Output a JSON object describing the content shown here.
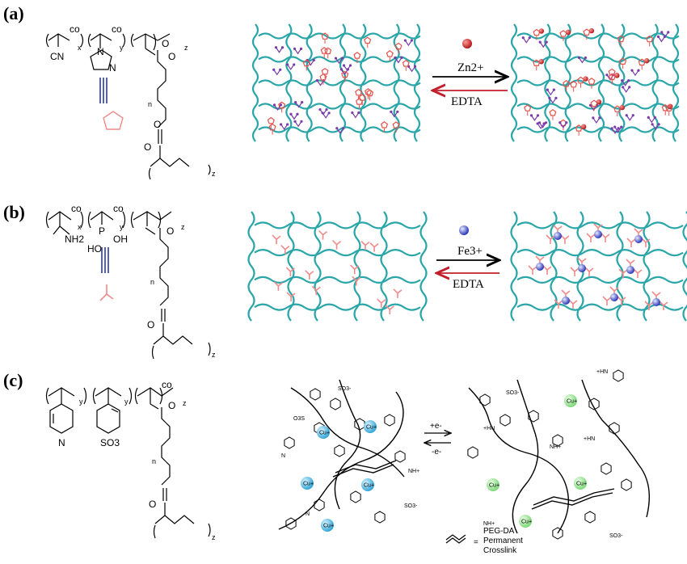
{
  "panels": [
    {
      "label": "(a)",
      "polymer_text": {
        "co1": "co",
        "co2": "co",
        "x": "x",
        "y": "y",
        "z": "z",
        "n": "n",
        "cn": "CN",
        "n_ring1": "N",
        "n_ring2": "N",
        "o1": "O",
        "o2": "O",
        "o3": "O",
        "o4": "O"
      },
      "forward_label": "Zn2+",
      "reverse_label": "EDTA"
    },
    {
      "label": "(b)",
      "polymer_text": {
        "co1": "co",
        "co2": "co",
        "x": "x",
        "y": "y",
        "z": "z",
        "n": "n",
        "nh2": "NH2",
        "p": "P",
        "oh1": "OH",
        "oh2": "HO",
        "o1": "O",
        "o2": "O"
      },
      "forward_label": "Fe3+",
      "reverse_label": "EDTA"
    },
    {
      "label": "(c)",
      "polymer_text": {
        "co1": "co",
        "y1": "y",
        "y2": "y",
        "z": "z",
        "n": "n",
        "n_pyr": "N",
        "so3": "SO3",
        "o1": "O",
        "o2": "O"
      },
      "forward_label": "+e-",
      "reverse_label": "-e-",
      "ion_label": "Cu+",
      "scheme_labels": {
        "so3": "SO3-",
        "nh": "NH+",
        "hn": "+HN",
        "n": "N",
        "os": "O3S"
      },
      "legend": [
        "PEG-DA",
        "Permanent",
        "Crosslink"
      ],
      "legend_eq": "="
    }
  ],
  "colors": {
    "network": "#2aa6a8",
    "ligand_a": "#e8504a",
    "ligand_b": "#f08a8a",
    "ion_a_red": "#d4282a",
    "ion_a_blue": "#2b2bb0",
    "ion_b": "#4a5ad8",
    "ion_c_left": "#5ec8e8",
    "ion_c_right": "#9ee89a",
    "forward_arrow": "#000000",
    "reverse_arrow": "#c41e2a",
    "triple_bond": "#2a3aa8"
  }
}
